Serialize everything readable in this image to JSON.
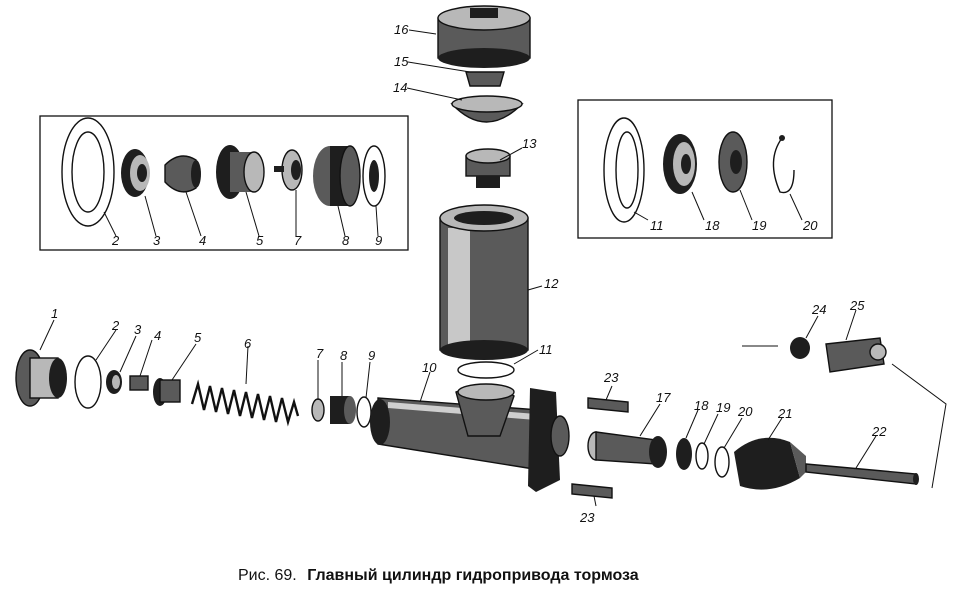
{
  "figure": {
    "caption_prefix": "Рис. 69.",
    "caption_title": "Главный цилиндр гидропривода тормоза"
  },
  "callouts": {
    "top_16": "16",
    "top_15": "15",
    "top_14": "14",
    "top_13": "13",
    "top_12": "12",
    "top_11": "11",
    "top_10": "10",
    "box_left_2": "2",
    "box_left_3": "3",
    "box_left_4": "4",
    "box_left_5": "5",
    "box_left_7": "7",
    "box_left_8": "8",
    "box_left_9": "9",
    "box_right_11": "11",
    "box_right_18": "18",
    "box_right_19": "19",
    "box_right_20": "20",
    "row_1": "1",
    "row_2": "2",
    "row_3": "3",
    "row_4": "4",
    "row_5": "5",
    "row_6": "6",
    "row_7": "7",
    "row_8": "8",
    "row_9": "9",
    "row_17": "17",
    "row_18": "18",
    "row_19": "19",
    "row_20": "20",
    "row_21": "21",
    "row_22": "22",
    "row_23a": "23",
    "row_23b": "23",
    "row_24": "24",
    "row_25": "25"
  }
}
